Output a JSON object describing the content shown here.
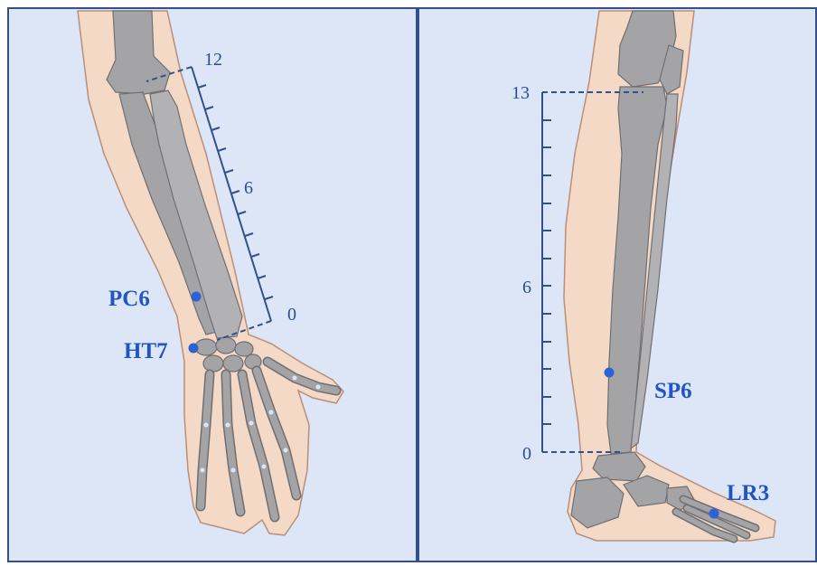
{
  "panels": {
    "arm": {
      "scale_labels": {
        "top": "12",
        "mid": "6",
        "bottom": "0"
      },
      "points": [
        {
          "label": "PC6"
        },
        {
          "label": "HT7"
        }
      ]
    },
    "leg": {
      "scale_labels": {
        "top": "13",
        "mid": "6",
        "bottom": "0"
      },
      "points": [
        {
          "label": "SP6"
        },
        {
          "label": "LR3"
        }
      ]
    }
  },
  "colors": {
    "panel_bg": "#dde6f6",
    "frame": "#34508c",
    "skin": "#f4d9c6",
    "skin_outline": "#b98f79",
    "bone": "#a4a4a7",
    "bone_outline": "#6f6f73",
    "scale": "#34508c",
    "point": "#2d62d6",
    "label": "#2155c4"
  }
}
